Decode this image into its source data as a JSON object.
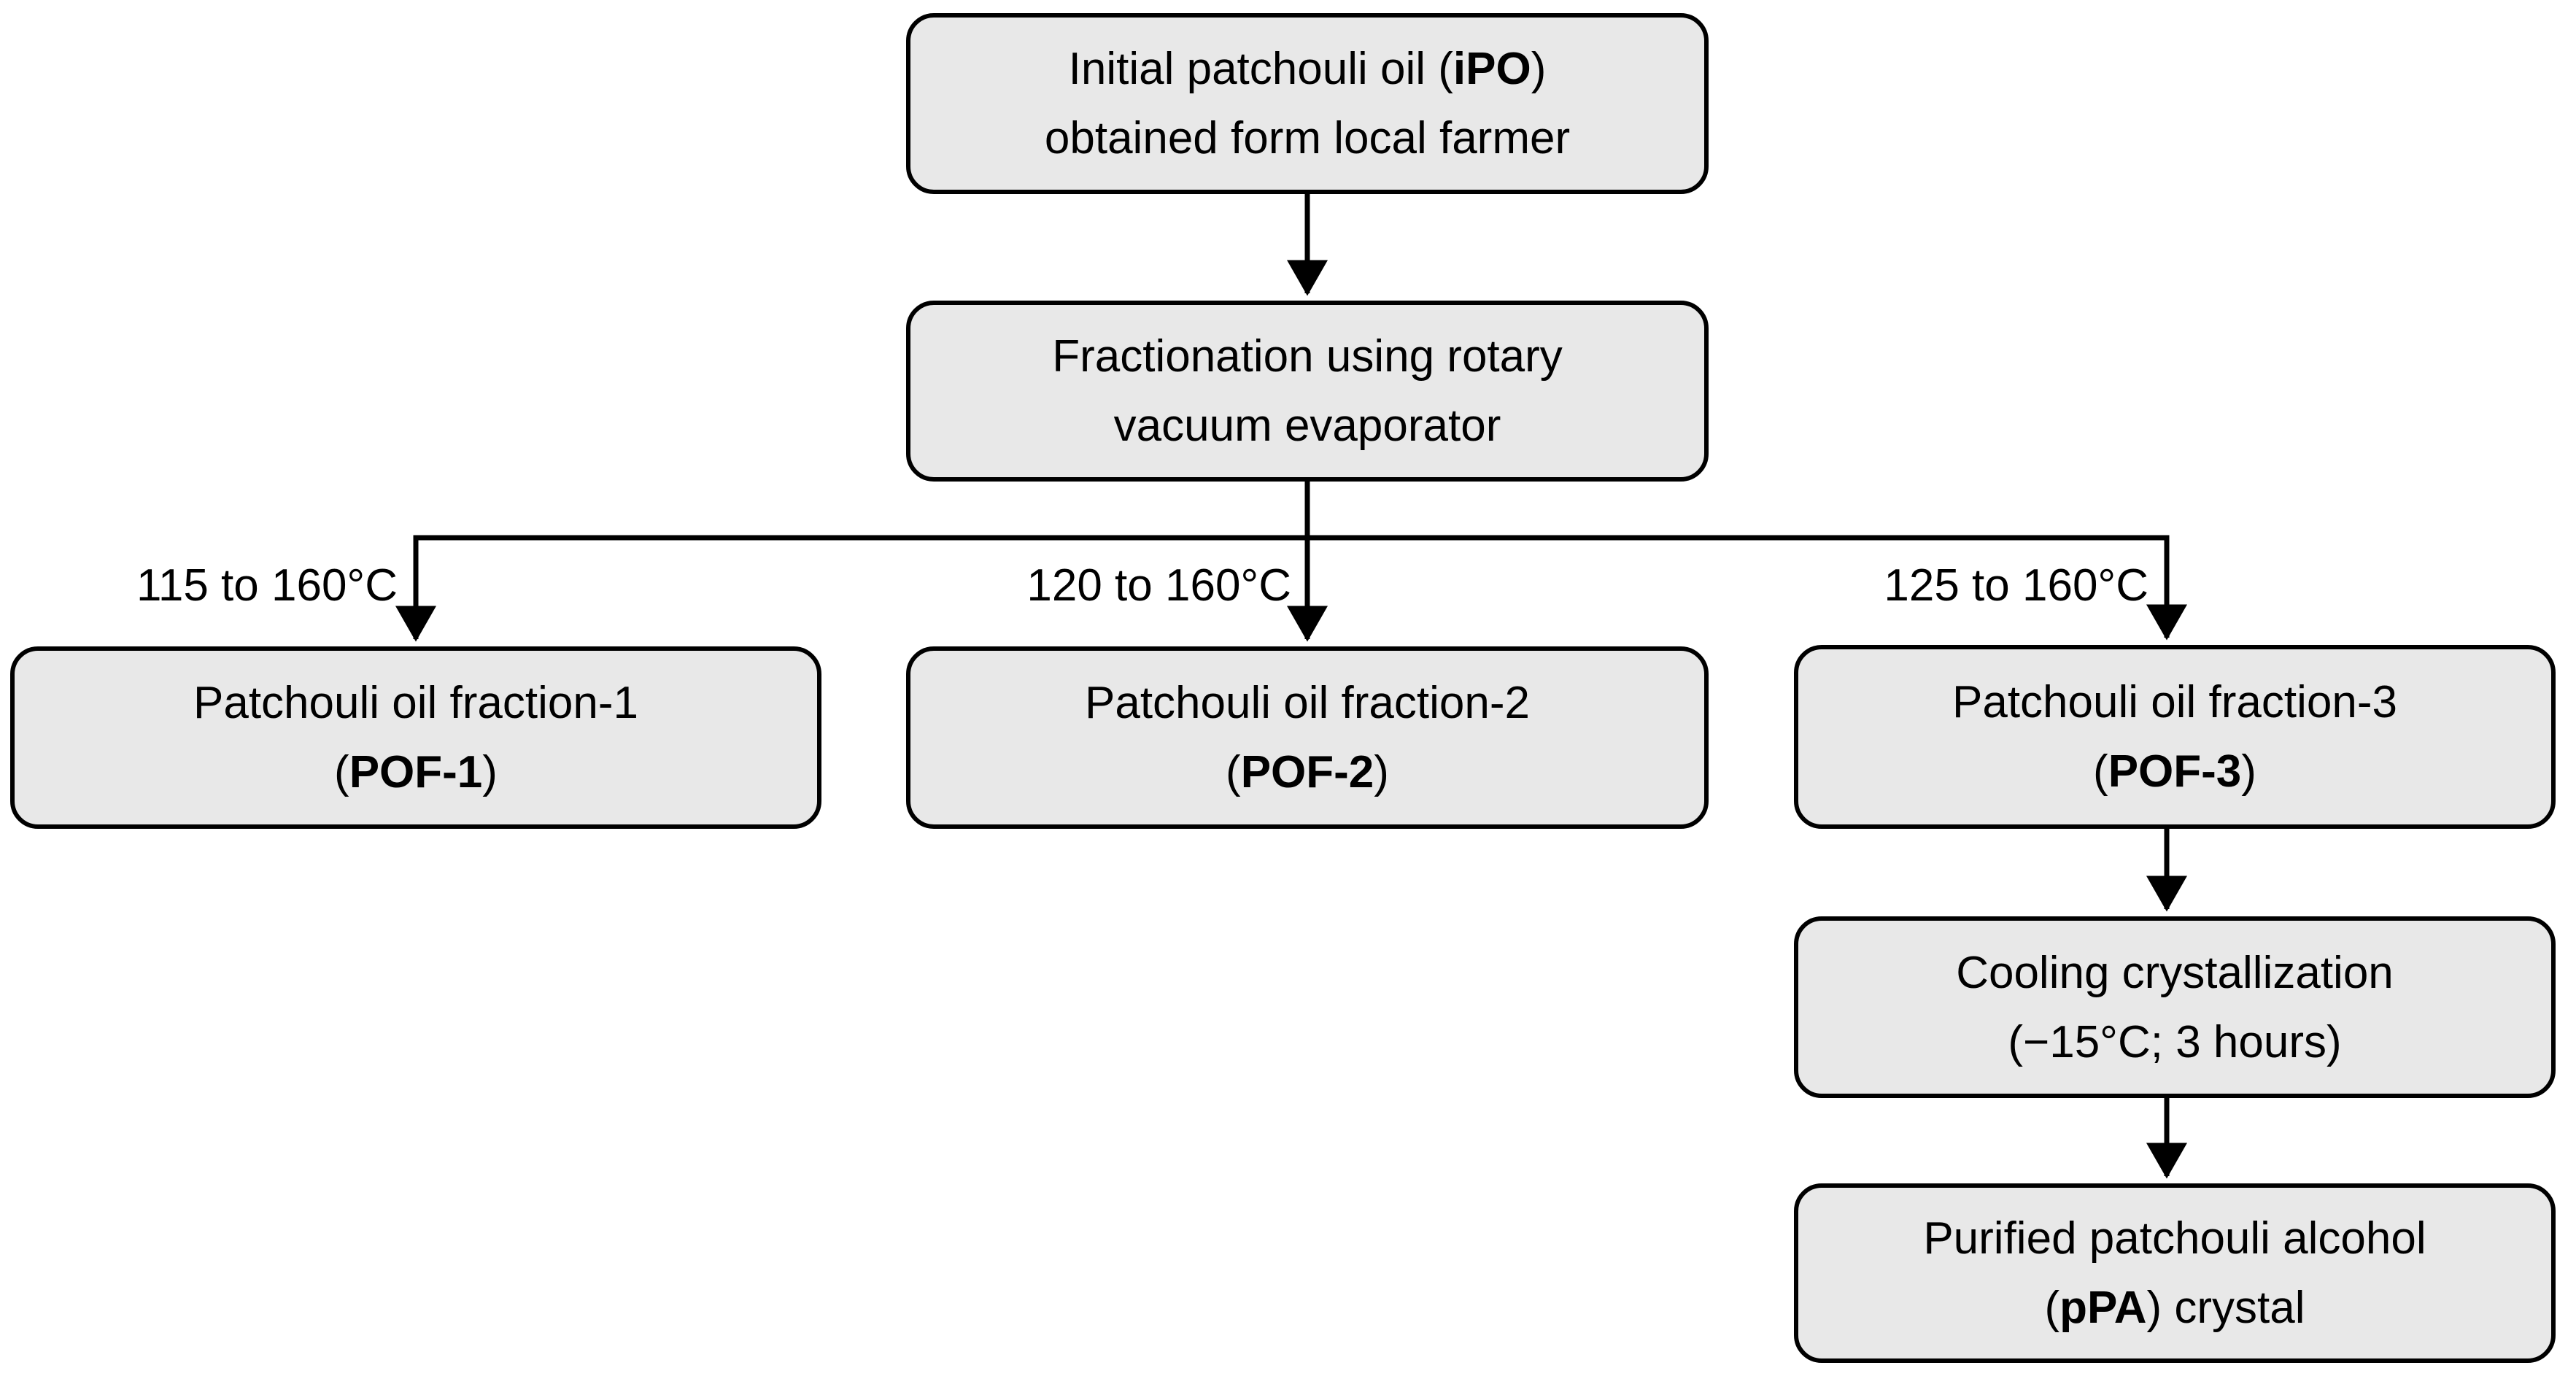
{
  "colors": {
    "background": "#ffffff",
    "box_fill": "#e8e8e8",
    "box_border": "#000000",
    "connector": "#000000",
    "text": "#000000"
  },
  "nodes": {
    "initial_oil": {
      "l1_pre": "Initial patchouli oil (",
      "l1_bold": "iPO",
      "l1_post": ")",
      "l2_pre": "obtained form local farmer",
      "l2_bold": "",
      "l2_post": ""
    },
    "fractionation": {
      "l1_pre": "Fractionation using rotary",
      "l1_bold": "",
      "l1_post": "",
      "l2_pre": "vacuum evaporator",
      "l2_bold": "",
      "l2_post": ""
    },
    "pof1": {
      "l1_pre": "Patchouli oil fraction-1",
      "l1_bold": "",
      "l1_post": "",
      "l2_pre": "(",
      "l2_bold": "POF-1",
      "l2_post": ")"
    },
    "pof2": {
      "l1_pre": "Patchouli oil fraction-2",
      "l1_bold": "",
      "l1_post": "",
      "l2_pre": "(",
      "l2_bold": "POF-2",
      "l2_post": ")"
    },
    "pof3": {
      "l1_pre": "Patchouli oil fraction-3",
      "l1_bold": "",
      "l1_post": "",
      "l2_pre": "(",
      "l2_bold": "POF-3",
      "l2_post": ")"
    },
    "cooling": {
      "l1_pre": "Cooling crystallization",
      "l1_bold": "",
      "l1_post": "",
      "l2_pre": "(−15°C; 3 hours)",
      "l2_bold": "",
      "l2_post": ""
    },
    "ppa": {
      "l1_pre": "Purified patchouli alcohol",
      "l1_bold": "",
      "l1_post": "",
      "l2_pre": "(",
      "l2_bold": "pPA",
      "l2_post": ") crystal"
    }
  },
  "edge_labels": {
    "pof1": "115 to 160°C",
    "pof2": "120 to 160°C",
    "pof3": "125 to 160°C"
  }
}
